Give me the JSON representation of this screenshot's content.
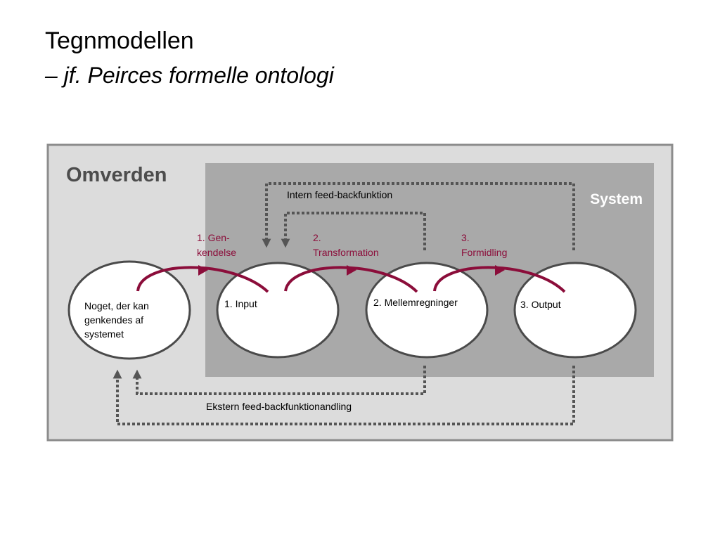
{
  "header": {
    "title": "Tegnmodellen",
    "subtitle": "– jf. Peirces formelle ontologi"
  },
  "diagram": {
    "environment_label": "Omverden",
    "system_label": "System",
    "internal_feedback_label": "Intern feed-backfunktion",
    "external_feedback_label": "Ekstern feed-backfunktionandling",
    "nodes": {
      "environment_node": [
        "Noget, der kan",
        "genkendes af",
        "systemet"
      ],
      "input": "1. Input",
      "intermediate": "2. Mellemregninger",
      "output": "3. Output"
    },
    "processes": {
      "recognition": [
        "1. Gen-",
        "kendelse"
      ],
      "transformation": [
        "2.",
        "Transformation"
      ],
      "mediation": [
        "3.",
        "Formidling"
      ]
    },
    "colors": {
      "environment_bg": "#dcdcdc",
      "system_bg": "#a9a9a9",
      "frame": "#8c8c8c",
      "process_arrow": "#8b0d3a",
      "feedback_line": "#555555",
      "system_label": "#ffffff",
      "environment_label": "#4d4d4d"
    }
  }
}
